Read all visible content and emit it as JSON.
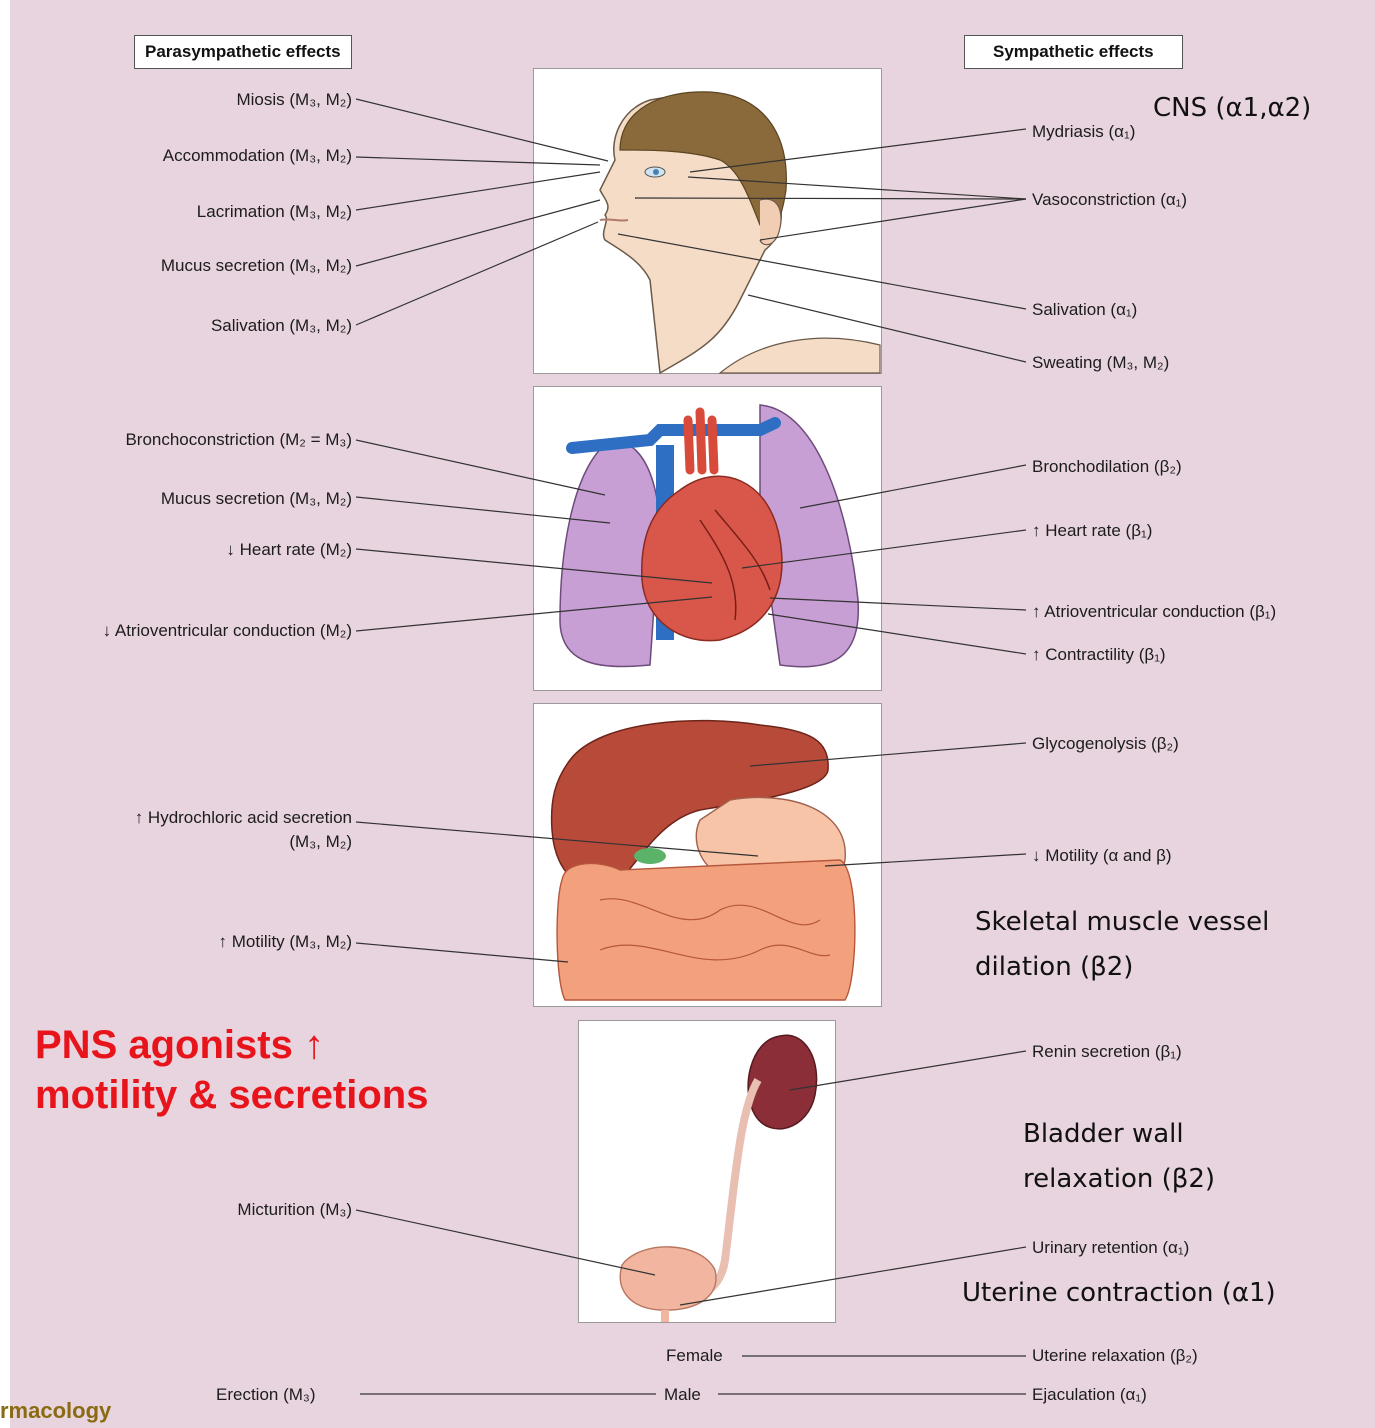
{
  "headers": {
    "parasympathetic": "Parasympathetic effects",
    "sympathetic": "Sympathetic effects"
  },
  "parasympathetic_labels": {
    "miosis": "Miosis (M₃, M₂)",
    "accommodation": "Accommodation (M₃, M₂)",
    "lacrimation": "Lacrimation (M₃, M₂)",
    "mucus_eye": "Mucus secretion (M₃, M₂)",
    "salivation": "Salivation (M₃, M₂)",
    "bronchoconstriction": "Bronchoconstriction (M₂ = M₃)",
    "mucus_lung": "Mucus secretion  (M₃, M₂)",
    "heart_rate": "↓ Heart rate (M₂)",
    "av_conduction": "↓ Atrioventricular conduction (M₂)",
    "hcl_line1": "↑ Hydrochloric acid secretion",
    "hcl_line2": "(M₃, M₂)",
    "motility": "↑ Motility (M₃, M₂)",
    "micturition": "Micturition (M₃)",
    "erection": "Erection (M₃)"
  },
  "sympathetic_labels": {
    "mydriasis": "Mydriasis (α₁)",
    "vasoconstriction": "Vasoconstriction (α₁)",
    "salivation": "Salivation (α₁)",
    "sweating": "Sweating  (M₃, M₂)",
    "bronchodilation": "Bronchodilation (β₂)",
    "heart_rate": "↑ Heart rate (β₁)",
    "av_conduction": "↑ Atrioventricular conduction (β₁)",
    "contractility": "↑ Contractility (β₁)",
    "glycogenolysis": "Glycogenolysis (β₂)",
    "motility": "↓ Motility (α and β)",
    "renin": "Renin secretion (β₁)",
    "urinary_retention": "Urinary retention (α₁)",
    "uterine_relaxation": "Uterine relaxation (β₂)",
    "ejaculation": "Ejaculation (α₁)"
  },
  "center_labels": {
    "female": "Female",
    "male": "Male"
  },
  "annotations": {
    "cns": "CNS (α1,α2)",
    "skeletal_line1": "Skeletal muscle vessel",
    "skeletal_line2": "dilation (β2)",
    "bladder_line1": "Bladder wall",
    "bladder_line2": "relaxation (β2)",
    "uterine": "Uterine contraction (α1)",
    "pns_line1": "PNS agonists ↑",
    "pns_line2": "motility & secretions"
  },
  "footer": {
    "text": "rmacology"
  }
}
